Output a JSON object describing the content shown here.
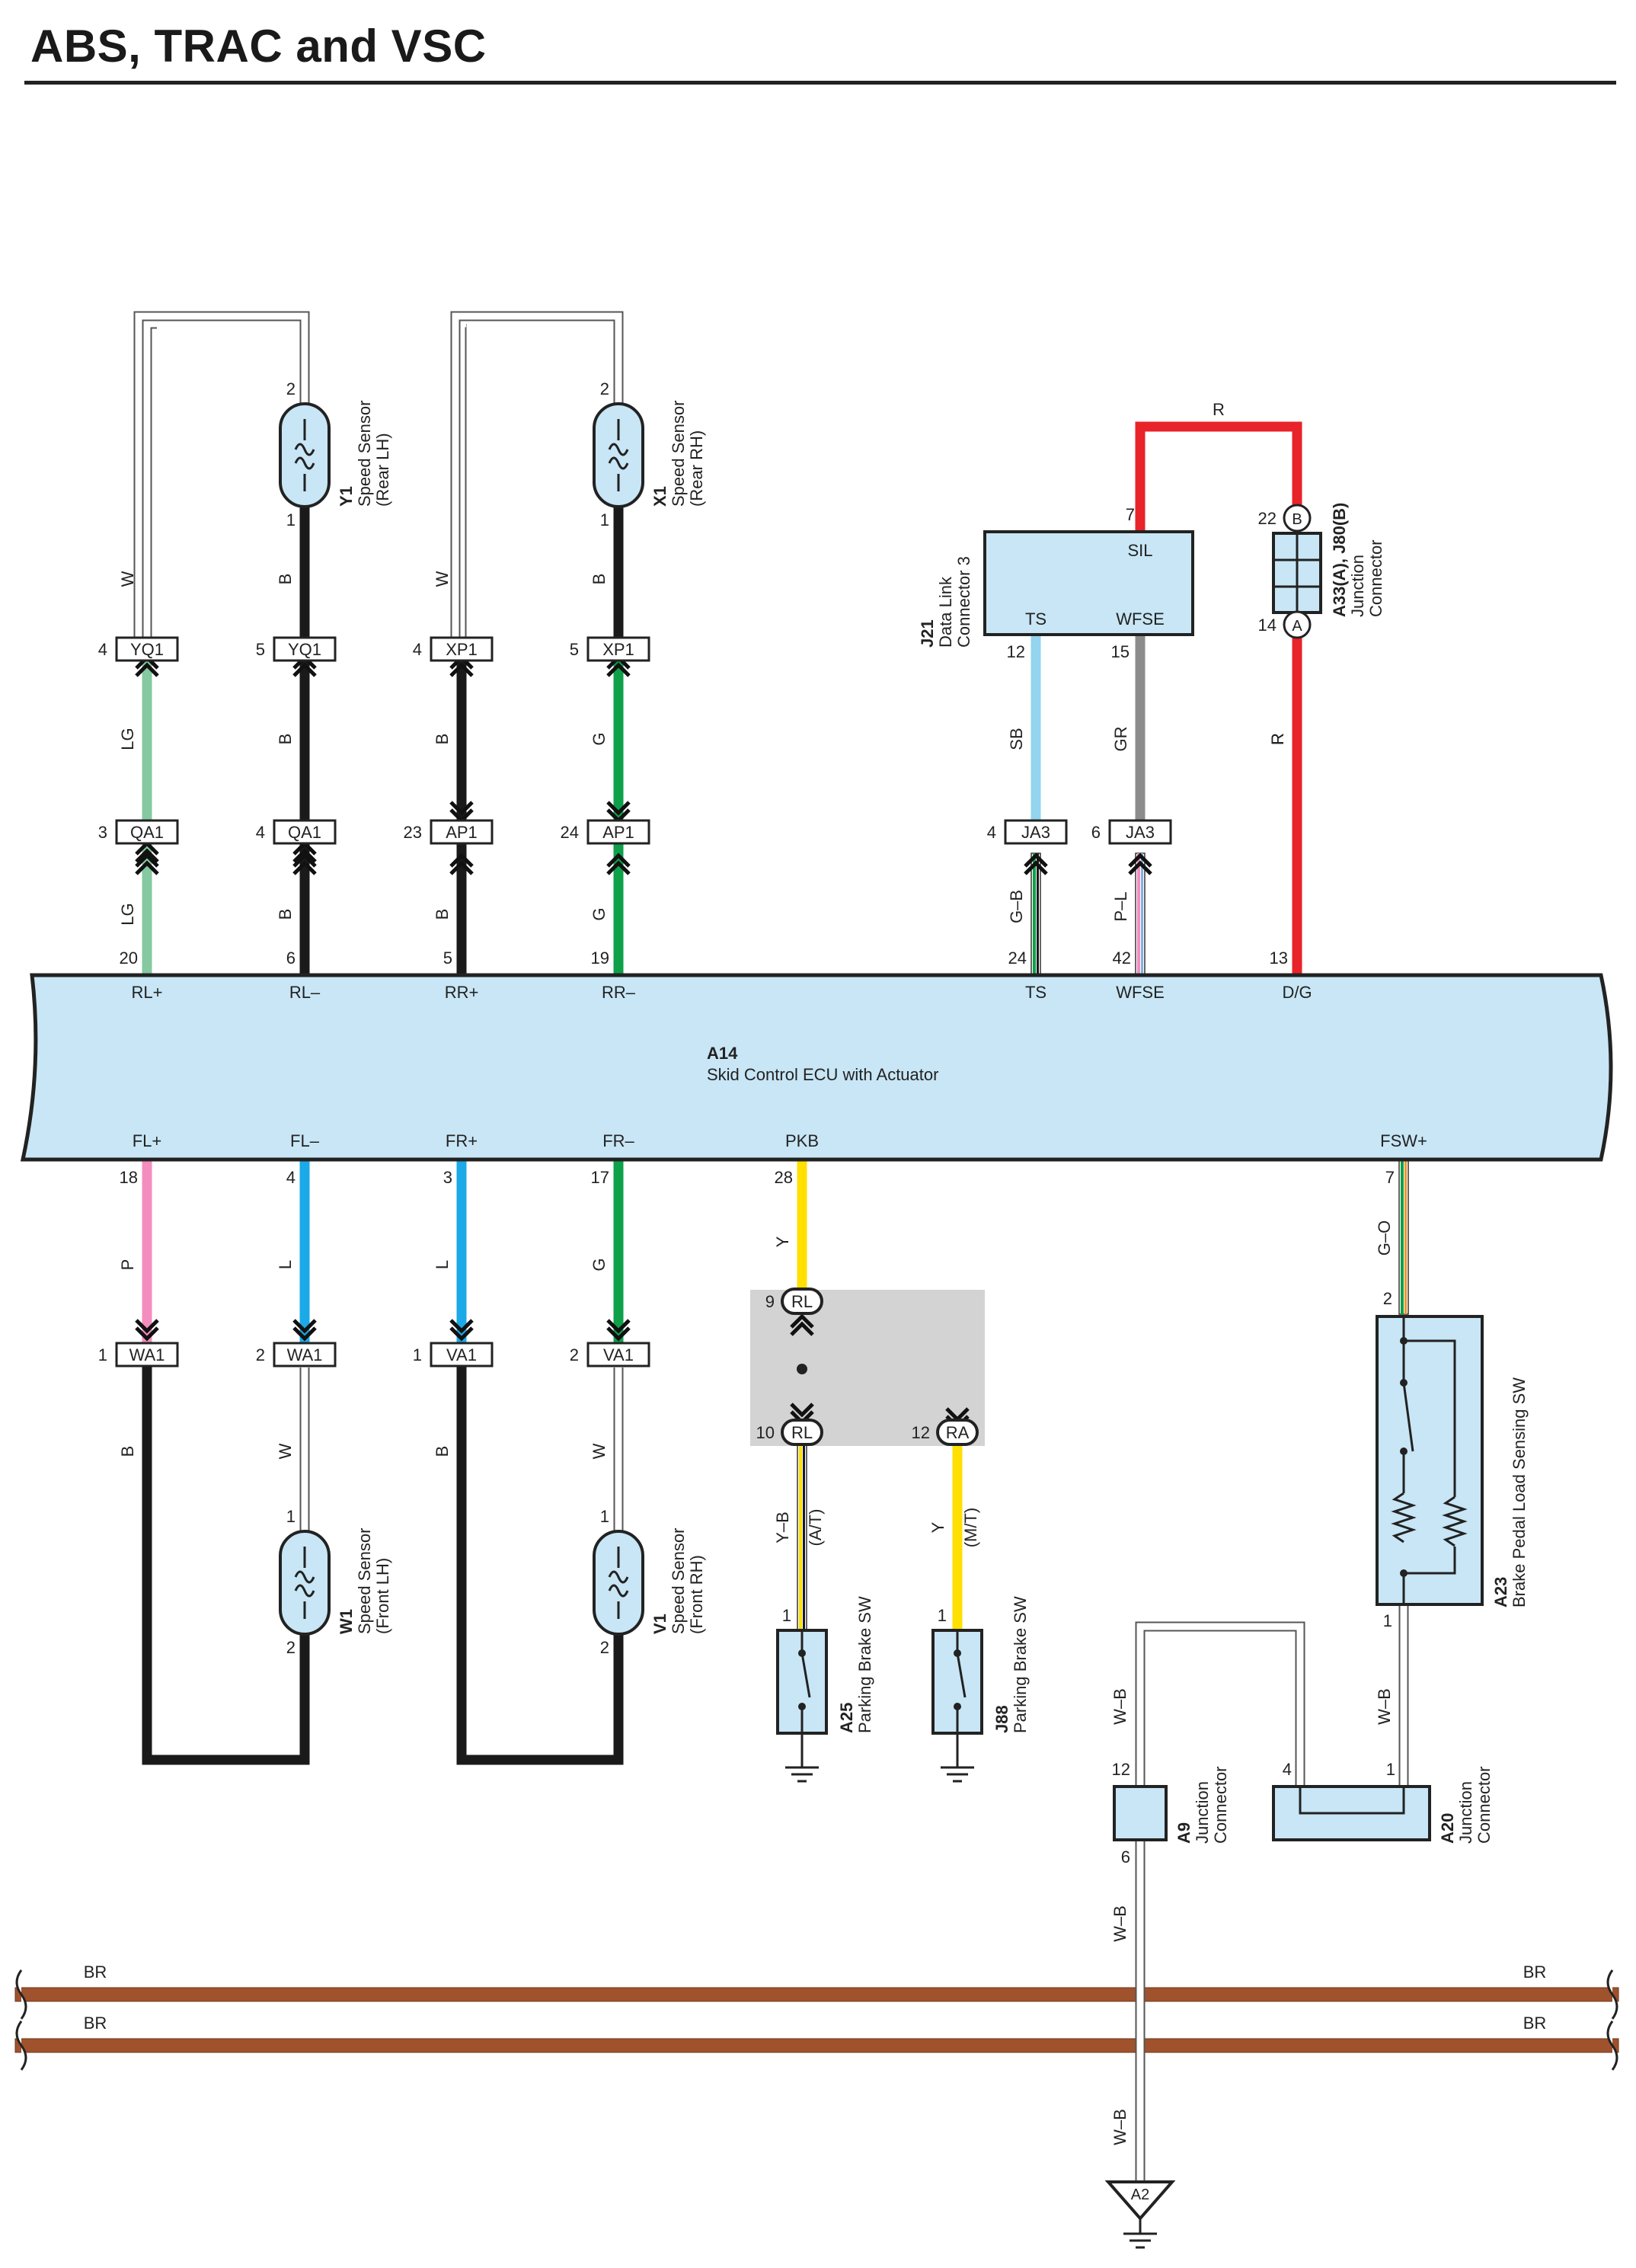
{
  "page": {
    "title": "ABS, TRAC and VSC"
  },
  "ecu": {
    "id": "A14",
    "name": "Skid Control ECU with Actuator"
  },
  "wire_colors": {
    "W": "#ffffff",
    "B": "#1a1a1a",
    "LG": "#84c9a0",
    "G": "#0fa04a",
    "SB": "#93d4ef",
    "GR": "#8c8c8c",
    "R": "#e8232a",
    "P": "#f48cbd",
    "L": "#1ba9e8",
    "Y": "#ffe000",
    "BR": "#a0522d",
    "Y-B": "#ffe000",
    "G-B": "#0fa04a",
    "P-L": "#f48cbd",
    "G-O": "#0fa04a",
    "W-B": "#ffffff"
  },
  "top_wires": [
    {
      "pin": "20",
      "ecu_label": "RL+",
      "lower_color": "LG",
      "mid_conn": "QA1",
      "mid_pin": "3",
      "upper_color": "LG",
      "top_conn": "YQ1",
      "top_pin": "4",
      "sensor_color": "W"
    },
    {
      "pin": "6",
      "ecu_label": "RL–",
      "lower_color": "B",
      "mid_conn": "QA1",
      "mid_pin": "4",
      "upper_color": "B",
      "top_conn": "YQ1",
      "top_pin": "5",
      "sensor_color": "B"
    },
    {
      "pin": "5",
      "ecu_label": "RR+",
      "lower_color": "B",
      "mid_conn": "AP1",
      "mid_pin": "23",
      "upper_color": "B",
      "top_conn": "XP1",
      "top_pin": "4",
      "sensor_color": "W"
    },
    {
      "pin": "19",
      "ecu_label": "RR–",
      "lower_color": "G",
      "mid_conn": "AP1",
      "mid_pin": "24",
      "upper_color": "G",
      "top_conn": "XP1",
      "top_pin": "5",
      "sensor_color": "B"
    },
    {
      "pin": "24",
      "ecu_label": "TS",
      "lower_color": "G–B",
      "mid_conn": "JA3",
      "mid_pin": "4",
      "upper_color": "SB",
      "dlc_pin": "12"
    },
    {
      "pin": "42",
      "ecu_label": "WFSE",
      "lower_color": "P–L",
      "mid_conn": "JA3",
      "mid_pin": "6",
      "upper_color": "GR",
      "dlc_pin": "15"
    },
    {
      "pin": "13",
      "ecu_label": "D/G",
      "lower_color": "R"
    }
  ],
  "bottom_wires": [
    {
      "pin": "18",
      "ecu_label": "FL+",
      "color": "P",
      "conn": "WA1",
      "conn_pin": "1",
      "sensor_color": "B"
    },
    {
      "pin": "4",
      "ecu_label": "FL–",
      "color": "L",
      "conn": "WA1",
      "conn_pin": "2",
      "sensor_color": "W"
    },
    {
      "pin": "3",
      "ecu_label": "FR+",
      "color": "L",
      "conn": "VA1",
      "conn_pin": "1",
      "sensor_color": "B"
    },
    {
      "pin": "17",
      "ecu_label": "FR–",
      "color": "G",
      "conn": "VA1",
      "conn_pin": "2",
      "sensor_color": "W"
    },
    {
      "pin": "28",
      "ecu_label": "PKB",
      "color": "Y"
    },
    {
      "pin": "7",
      "ecu_label": "FSW+",
      "color": "G–O"
    }
  ],
  "components": {
    "Y1": {
      "id": "Y1",
      "name": "Speed Sensor",
      "sub": "(Rear LH)",
      "pin_top": "2",
      "pin_bottom": "1"
    },
    "X1": {
      "id": "X1",
      "name": "Speed Sensor",
      "sub": "(Rear RH)",
      "pin_top": "2",
      "pin_bottom": "1"
    },
    "W1": {
      "id": "W1",
      "name": "Speed Sensor",
      "sub": "(Front LH)",
      "pin_top": "1",
      "pin_bottom": "2"
    },
    "V1": {
      "id": "V1",
      "name": "Speed Sensor",
      "sub": "(Front RH)",
      "pin_top": "1",
      "pin_bottom": "2"
    },
    "J21": {
      "id": "J21",
      "name": "Data Link",
      "sub": "Connector 3",
      "pin_sil": "7",
      "sil": "SIL",
      "ts": "TS",
      "wfse": "WFSE"
    },
    "A33": {
      "id": "A33(A), J80(B)",
      "name": "Junction",
      "sub": "Connector",
      "pin_b": "22",
      "pin_a": "14",
      "b": "B",
      "a": "A"
    },
    "A25": {
      "id": "A25",
      "name": "Parking Brake SW",
      "pin": "1"
    },
    "J88": {
      "id": "J88",
      "name": "Parking Brake SW",
      "pin": "1"
    },
    "A23": {
      "id": "A23",
      "name": "Brake Pedal Load Sensing SW",
      "pin_top": "2",
      "pin_bottom": "1"
    },
    "A9": {
      "id": "A9",
      "name": "Junction",
      "sub": "Connector",
      "pin_top": "12",
      "pin_bottom": "6"
    },
    "A20": {
      "id": "A20",
      "name": "Junction",
      "sub": "Connector",
      "pin_left": "4",
      "pin_right": "1"
    },
    "A2": {
      "id": "A2"
    }
  },
  "splice": {
    "pin_in": "9",
    "conn_in": "RL",
    "pin_at": "10",
    "conn_at": "RL",
    "pin_mt": "12",
    "conn_mt": "RA",
    "color_at": "Y–B",
    "tag_at": "(A/T)",
    "color_mt": "Y",
    "tag_mt": "(M/T)"
  },
  "labels": {
    "r_top": "R",
    "r_side": "R",
    "wb1": "W–B",
    "wb2": "W–B",
    "wb3": "W–B",
    "wb4": "W–B",
    "br": "BR"
  }
}
